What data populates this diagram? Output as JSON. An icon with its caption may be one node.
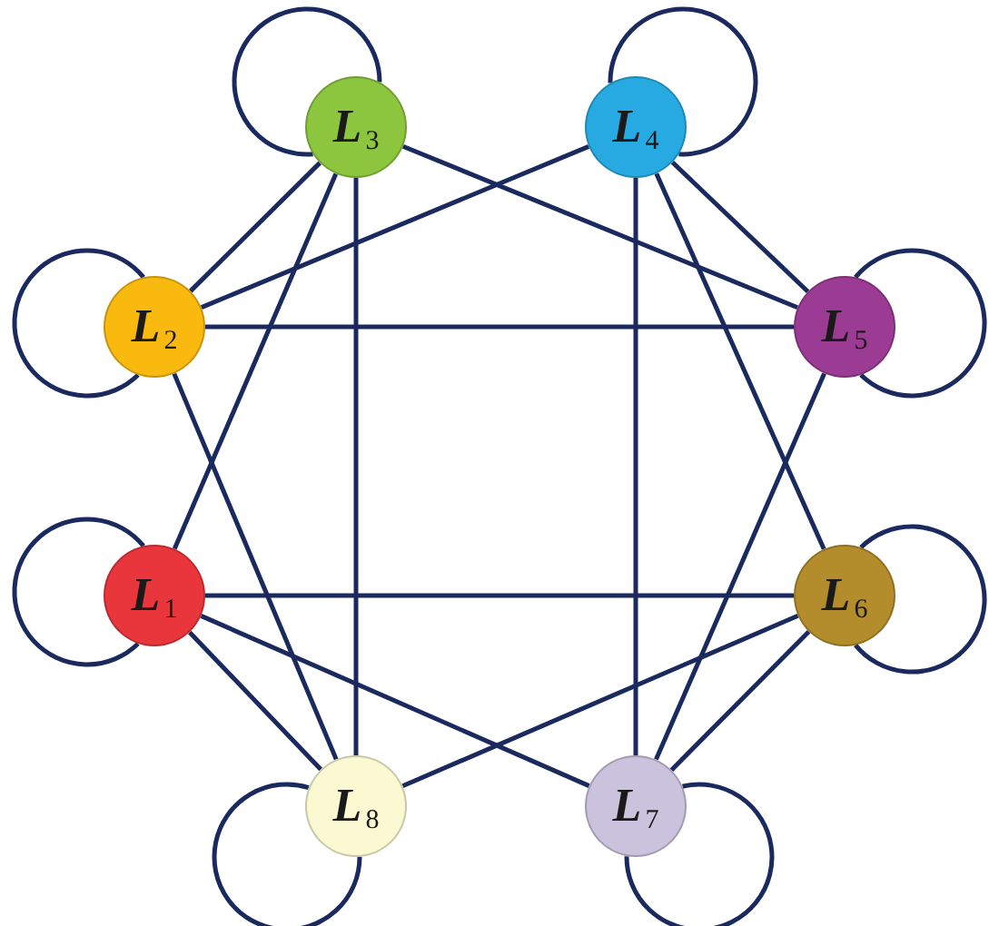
{
  "diagram": {
    "nodes": [
      {
        "text": [
          "L$_{3}$"
        ]
      },
      {
        "text": [
          "L$_{4}$"
        ]
      },
      {
        "text": [
          "L$_{2}$"
        ]
      },
      {
        "text": [
          "L$_{5}$"
        ]
      },
      {
        "text": [
          "L$_{1}$"
        ]
      },
      {
        "text": [
          "L$_{6}$"
        ]
      },
      {
        "text": [
          "L$_{8}$"
        ]
      },
      {
        "text": [
          "L$_{7}$"
        ]
      }
    ],
    "edges": [
      {
        "from": 0,
        "to": 0,
        "arrow": "none"
      },
      {
        "from": 1,
        "to": 1,
        "arrow": "none"
      },
      {
        "from": 2,
        "to": 2,
        "arrow": "none"
      },
      {
        "from": 3,
        "to": 3,
        "arrow": "none"
      },
      {
        "from": 4,
        "to": 4,
        "arrow": "none"
      },
      {
        "from": 5,
        "to": 5,
        "arrow": "none"
      },
      {
        "from": 6,
        "to": 6,
        "arrow": "none"
      },
      {
        "from": 7,
        "to": 7,
        "arrow": "none"
      },
      {
        "from": 2,
        "to": 0,
        "arrow": "none"
      },
      {
        "from": 4,
        "to": 0,
        "arrow": "none"
      },
      {
        "from": 0,
        "to": 6,
        "arrow": "none"
      },
      {
        "from": 0,
        "to": 3,
        "arrow": "none"
      },
      {
        "from": 2,
        "to": 1,
        "arrow": "none"
      },
      {
        "from": 1,
        "to": 3,
        "arrow": "none"
      },
      {
        "from": 1,
        "to": 5,
        "arrow": "none"
      },
      {
        "from": 1,
        "to": 7,
        "arrow": "none"
      },
      {
        "from": 2,
        "to": 3,
        "arrow": "none"
      },
      {
        "from": 2,
        "to": 6,
        "arrow": "none"
      },
      {
        "from": 4,
        "to": 5,
        "arrow": "none"
      },
      {
        "from": 4,
        "to": 7,
        "arrow": "none"
      },
      {
        "from": 4,
        "to": 6,
        "arrow": "none"
      },
      {
        "from": 3,
        "to": 7,
        "arrow": "none"
      },
      {
        "from": 5,
        "to": 7,
        "arrow": "none"
      },
      {
        "from": 5,
        "to": 6,
        "arrow": "none"
      }
    ]
  }
}
